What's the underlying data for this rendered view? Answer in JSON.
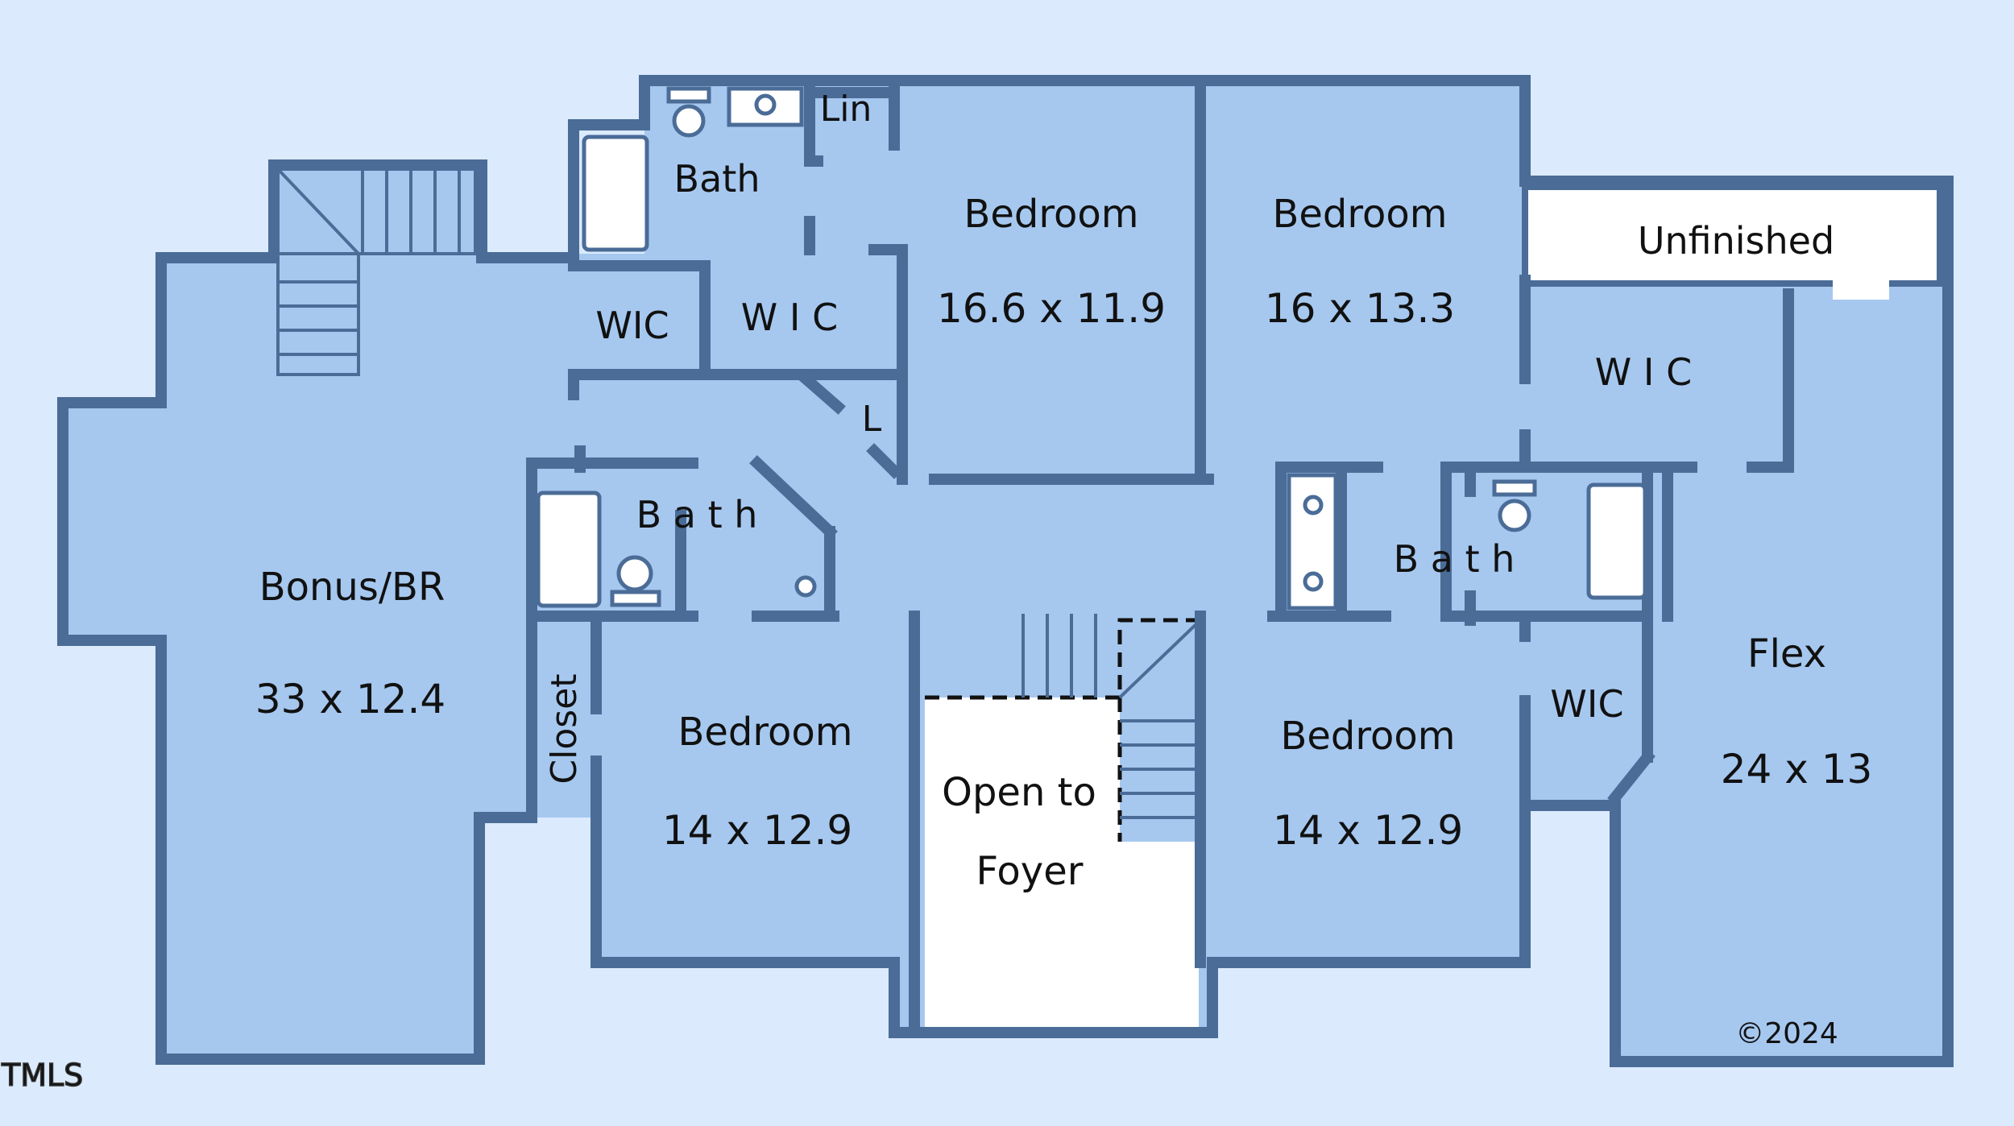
{
  "colors": {
    "background": "#dbeafd",
    "floor": "#a6c8ef",
    "wall": "#4a6c97",
    "open": "#ffffff"
  },
  "rooms": {
    "bonus": {
      "name": "Bonus/BR",
      "dims": "33 x 12.4"
    },
    "bedroom_top_left": {
      "name": "Bedroom",
      "dims": "16.6 x 11.9"
    },
    "bedroom_top_right": {
      "name": "Bedroom",
      "dims": "16 x 13.3"
    },
    "bedroom_bottom_left": {
      "name": "Bedroom",
      "dims": "14 x 12.9"
    },
    "bedroom_bottom_right": {
      "name": "Bedroom",
      "dims": "14 x 12.9"
    },
    "flex": {
      "name": "Flex",
      "dims": "24 x 13"
    },
    "bath_top": "Bath",
    "bath_mid_left": "B a t h",
    "bath_mid_right": "B  a  t  h",
    "wic_1": "WIC",
    "wic_2": "W I C",
    "wic_3": "W I C",
    "wic_4": "WIC",
    "linen": "Lin",
    "linen_small": "L",
    "closet": "Closet",
    "unfinished": "Unfinished",
    "open_to_foyer_line1": "Open to",
    "open_to_foyer_line2": "Foyer"
  },
  "copyright": "©2024",
  "watermark": "TMLS"
}
